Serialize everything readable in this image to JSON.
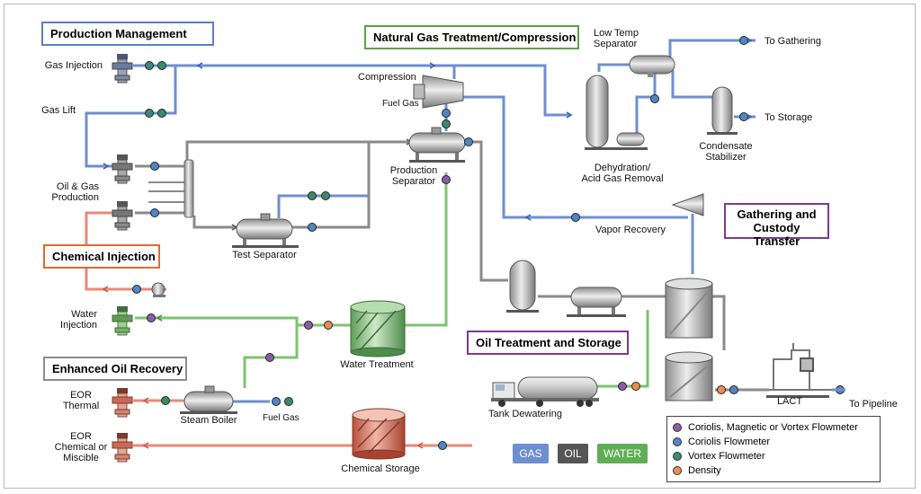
{
  "colors": {
    "gas": "#6d8fd0",
    "oil": "#8a8a8a",
    "water": "#7cc36e",
    "chemical": "#e88a78",
    "eor": "#d9705a",
    "meter_coriolis_magnetic_vortex": "#8b5ca8",
    "meter_coriolis": "#4f86c6",
    "meter_vortex": "#3b8a70",
    "meter_density": "#ec8d4f"
  },
  "section_boxes": {
    "production_management": "Production Management",
    "gas_treatment": "Natural Gas Treatment/Compression",
    "gathering_custody": "Gathering and\nCustody Transfer",
    "chemical_injection": "Chemical Injection",
    "oil_treatment": "Oil Treatment and Storage",
    "enhanced_oil_recovery": "Enhanced Oil Recovery"
  },
  "labels": {
    "gas_injection": "Gas Injection",
    "gas_lift": "Gas Lift",
    "oil_gas_production": "Oil & Gas\nProduction",
    "water_injection": "Water\nInjection",
    "eor_thermal": "EOR\nThermal",
    "eor_chemical": "EOR\nChemical or\nMiscible",
    "compression": "Compression",
    "fuel_gas_top": "Fuel Gas",
    "production_separator": "Production\nSeparator",
    "test_separator": "Test Separator",
    "low_temp_separator": "Low Temp\nSeparator",
    "dehydration": "Dehydration/\nAcid Gas Removal",
    "condensate_stabilizer": "Condensate\nStabilizer",
    "to_gathering": "To Gathering",
    "to_storage": "To Storage",
    "vapor_recovery": "Vapor Recovery",
    "water_treatment": "Water Treatment",
    "steam_boiler": "Steam Boiler",
    "fuel_gas_bottom": "Fuel Gas",
    "chemical_storage": "Chemical Storage",
    "tank_dewatering": "Tank Dewatering",
    "lact": "LACT",
    "to_pipeline": "To Pipeline"
  },
  "stream_tags": {
    "gas": "GAS",
    "oil": "OIL",
    "water": "WATER"
  },
  "legend": [
    {
      "label": "Coriolis, Magnetic or Vortex Flowmeter",
      "color": "#8b5ca8"
    },
    {
      "label": "Coriolis Flowmeter",
      "color": "#4f86c6"
    },
    {
      "label": "Vortex Flowmeter",
      "color": "#3b8a70"
    },
    {
      "label": "Density",
      "color": "#ec8d4f"
    }
  ]
}
